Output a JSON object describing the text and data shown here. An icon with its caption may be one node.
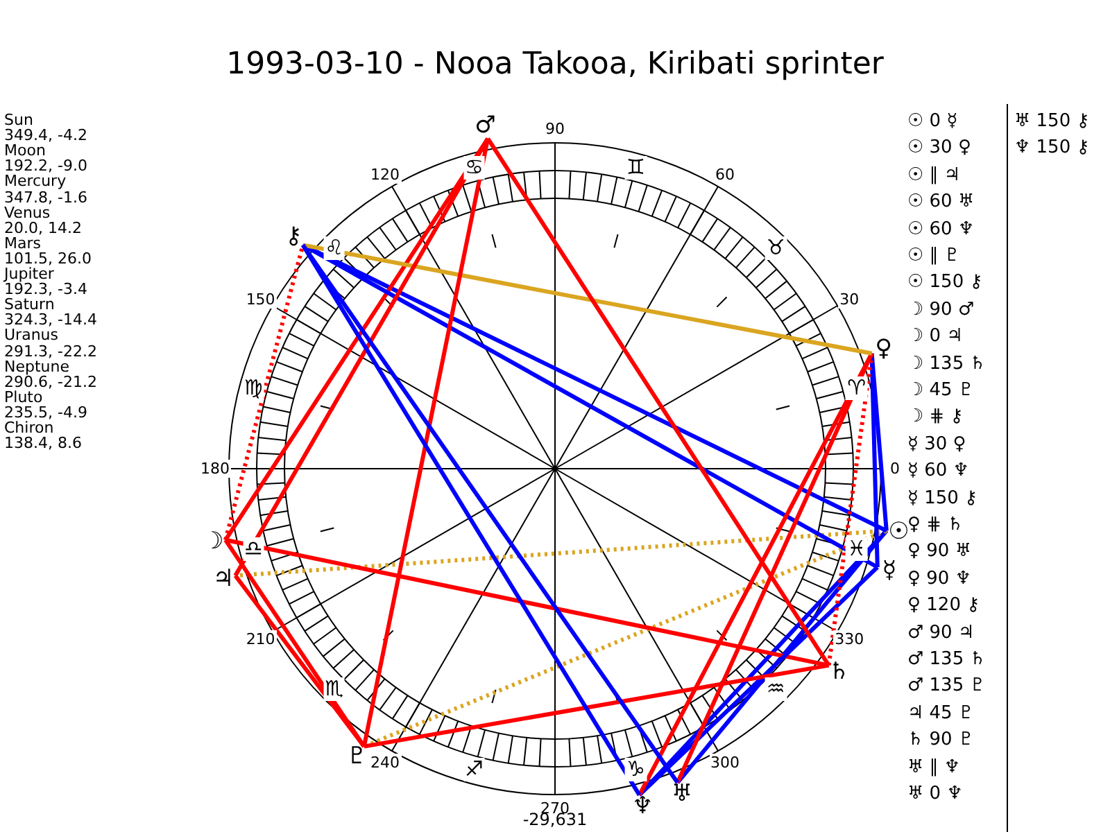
{
  "diagram": {
    "title": "1993-03-10 - Nooa Takooa, Kiribati sprinter",
    "nodes": [
      {
        "text": [
          "☉"
        ]
      },
      {
        "text": [
          "☽"
        ]
      },
      {
        "text": [
          "☿"
        ]
      },
      {
        "text": [
          "♀"
        ]
      },
      {
        "text": [
          "♂"
        ]
      },
      {
        "text": [
          "♃"
        ]
      },
      {
        "text": [
          "♄"
        ]
      },
      {
        "text": [
          "♅"
        ]
      },
      {
        "text": [
          "♆"
        ]
      },
      {
        "text": [
          "♇"
        ]
      },
      {
        "text": [
          "⚷"
        ]
      }
    ],
    "edges": [
      {
        "from": 0,
        "to": 3,
        "arrow": "none",
        "color": "#0000ff"
      },
      {
        "from": 0,
        "to": 5,
        "arrow": "none",
        "color": "#daa520",
        "style": "dashed"
      },
      {
        "from": 0,
        "to": 7,
        "arrow": "none",
        "color": "#0000ff"
      },
      {
        "from": 0,
        "to": 8,
        "arrow": "none",
        "color": "#0000ff"
      },
      {
        "from": 0,
        "to": 9,
        "arrow": "none",
        "color": "#daa520",
        "style": "dashed"
      },
      {
        "from": 0,
        "to": 10,
        "arrow": "none",
        "color": "#0000ff"
      },
      {
        "from": 1,
        "to": 4,
        "arrow": "none",
        "color": "#ff0000"
      },
      {
        "from": 1,
        "to": 6,
        "arrow": "none",
        "color": "#ff0000"
      },
      {
        "from": 1,
        "to": 9,
        "arrow": "none",
        "color": "#ff0000"
      },
      {
        "from": 1,
        "to": 10,
        "arrow": "none",
        "color": "#ff0000",
        "style": "dashed"
      },
      {
        "from": 2,
        "to": 3,
        "arrow": "none",
        "color": "#0000ff"
      },
      {
        "from": 2,
        "to": 8,
        "arrow": "none",
        "color": "#0000ff"
      },
      {
        "from": 2,
        "to": 10,
        "arrow": "none",
        "color": "#0000ff"
      },
      {
        "from": 3,
        "to": 6,
        "arrow": "none",
        "color": "#ff0000",
        "style": "dashed"
      },
      {
        "from": 3,
        "to": 7,
        "arrow": "none",
        "color": "#ff0000"
      },
      {
        "from": 3,
        "to": 8,
        "arrow": "none",
        "color": "#ff0000"
      },
      {
        "from": 3,
        "to": 10,
        "arrow": "none",
        "color": "#daa520"
      },
      {
        "from": 4,
        "to": 5,
        "arrow": "none",
        "color": "#ff0000"
      },
      {
        "from": 4,
        "to": 6,
        "arrow": "none",
        "color": "#ff0000"
      },
      {
        "from": 4,
        "to": 9,
        "arrow": "none",
        "color": "#ff0000"
      },
      {
        "from": 5,
        "to": 9,
        "arrow": "none",
        "color": "#ff0000"
      },
      {
        "from": 6,
        "to": 9,
        "arrow": "none",
        "color": "#ff0000"
      },
      {
        "from": 7,
        "to": 10,
        "arrow": "none",
        "color": "#0000ff"
      },
      {
        "from": 8,
        "to": 10,
        "arrow": "none",
        "color": "#0000ff"
      }
    ],
    "labels": [
      "Sun",
      "349.4, -4.2",
      "Moon",
      "192.2, -9.0",
      "Mercury",
      "347.8, -1.6",
      "Venus",
      "20.0, 14.2",
      "Mars",
      "101.5, 26.0",
      "Jupiter",
      "192.3, -3.4",
      "Saturn",
      "324.3, -14.4",
      "Uranus",
      "291.3, -22.2",
      "Neptune",
      "290.6, -21.2",
      "Pluto",
      "235.5, -4.9",
      "Chiron",
      "138.4, 8.6",
      "0",
      "30",
      "60",
      "90",
      "120",
      "150",
      "180",
      "210",
      "240",
      "270",
      "300",
      "330",
      "♈",
      "♉",
      "♊",
      "♋",
      "♌",
      "♍",
      "♎",
      "♏",
      "♐",
      "♑",
      "♒",
      "♓",
      "-29,631",
      "☉ 0 ☿",
      "☉ 30 ♀",
      "☉ ∥ ♃",
      "☉ 60 ♅",
      "☉ 60 ♆",
      "☉ ∥ ♇",
      "☉ 150 ⚷",
      "☽ 90 ♂",
      "☽ 0 ♃",
      "☽ 135 ♄",
      "☽ 45 ♇",
      "☽ ⋕ ⚷",
      "☿ 30 ♀",
      "☿ 60 ♆",
      "☿ 150 ⚷",
      "♀ ⋕ ♄",
      "♀ 90 ♅",
      "♀ 90 ♆",
      "♀ 120 ⚷",
      "♂ 90 ♃",
      "♂ 135 ♄",
      "♂ 135 ♇",
      "♃ 45 ♇",
      "♄ 90 ♇",
      "♅ ∥ ♆",
      "♅ 0 ♆",
      "♅ 150 ⚷",
      "♆ 150 ⚷"
    ]
  }
}
